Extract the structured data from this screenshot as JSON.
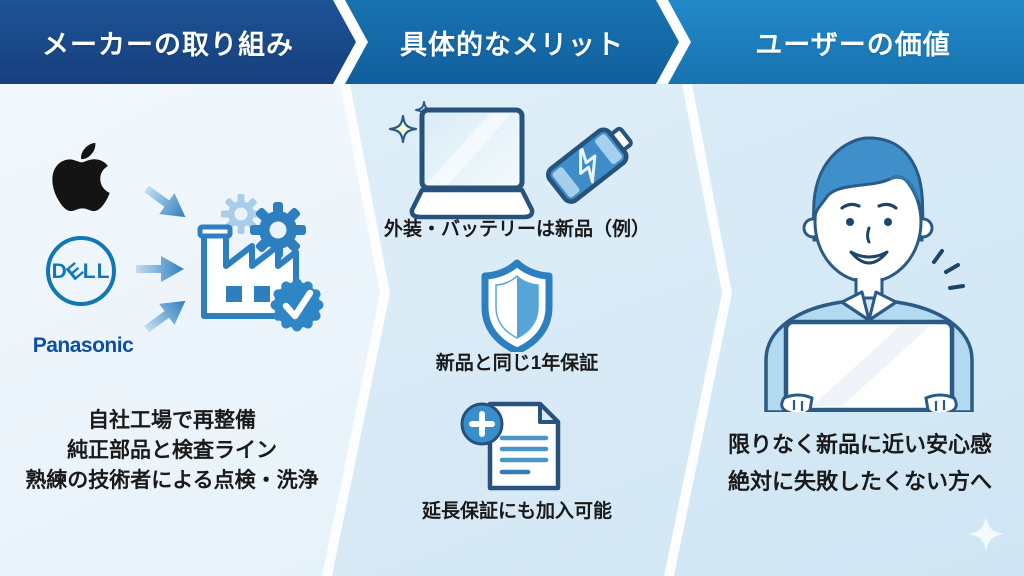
{
  "headers": [
    {
      "label": "メーカーの取り組み"
    },
    {
      "label": "具体的なメリット"
    },
    {
      "label": "ユーザーの価値"
    }
  ],
  "left_panel": {
    "dell_letters": [
      "D",
      "E",
      "L",
      "L"
    ],
    "panasonic_label": "Panasonic",
    "caption_lines": [
      "自社工場で再整備",
      "純正部品と検査ライン",
      "熟練の技術者による点検・洗浄"
    ]
  },
  "middle_panel": {
    "captions": [
      "外装・バッテリーは新品（例）",
      "新品と同じ1年保証",
      "延長保証にも加入可能"
    ]
  },
  "right_panel": {
    "caption_lines": [
      "限りなく新品に近い安心感",
      "絶対に失敗したくない方へ"
    ]
  },
  "colors": {
    "header_left": "#1a4e8f",
    "header_middle": "#1570ae",
    "header_right": "#1f85c5",
    "dell_blue": "#1278b5",
    "panasonic_blue": "#0f4f9f",
    "icon_blue": "#2e7fc0",
    "text_dark": "#1a1a1a"
  }
}
